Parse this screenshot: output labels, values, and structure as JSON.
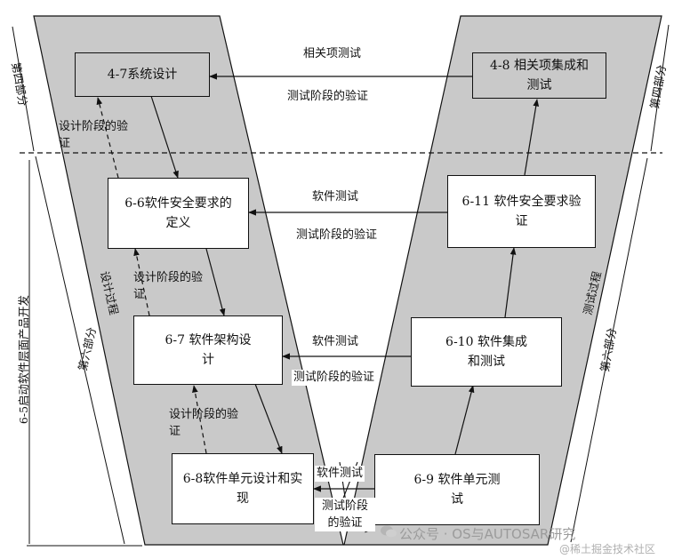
{
  "left_boxes": [
    {
      "id": "b47",
      "text": "4-7系统设计"
    },
    {
      "id": "b66",
      "text": "6-6软件安全要求的定义"
    },
    {
      "id": "b67",
      "text": "6-7 软件架构设计"
    },
    {
      "id": "b68",
      "text": "6-8软件单元设计和实现"
    }
  ],
  "right_boxes": [
    {
      "id": "b48",
      "text": "4-8 相关项集成和测试"
    },
    {
      "id": "b611",
      "text": "6-11 软件安全要求验证"
    },
    {
      "id": "b610",
      "text": "6-10 软件集成和测试"
    },
    {
      "id": "b69",
      "text": "6-9 软件单元测试"
    }
  ],
  "horizontal_labels": [
    {
      "test": "相关项测试",
      "verify": "测试阶段的验证"
    },
    {
      "test": "软件测试",
      "verify": "测试阶段的验证"
    },
    {
      "test": "软件测试",
      "verify": "测试阶段的验证"
    },
    {
      "test": "软件测试",
      "verify": "测试阶段的验证"
    }
  ],
  "design_verify_labels": [
    "设计阶段的验证",
    "设计阶段的验证",
    "设计阶段的验证"
  ],
  "side_labels": {
    "left_part4": "第四部分",
    "right_part4": "第四部分",
    "left_part6": "第六部分",
    "right_part6": "第六部分",
    "left_outer": "6-5启动软件层面产品开发",
    "design_process": "设计过程",
    "test_process": "测试过程"
  },
  "watermark": {
    "main": "公众号 · OS与AUTOSAR研究",
    "sub": "@稀土掘金技术社区"
  },
  "colors": {
    "band": "#c9c9c9",
    "line": "#111111"
  }
}
